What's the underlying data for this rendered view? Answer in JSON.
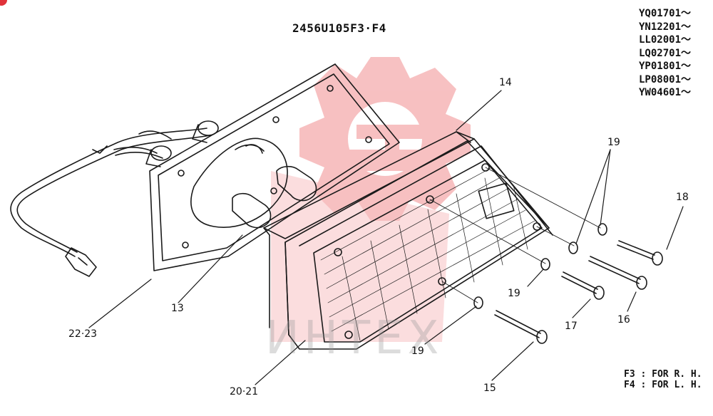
{
  "title": "2456U105F3·F4",
  "serial_numbers": [
    "YQ01701～",
    "YN12201～",
    "LL02001～",
    "LQ02701～",
    "YP01801～",
    "LP08001～",
    "YW04601～"
  ],
  "legend": [
    "F3 : FOR R. H.",
    "F4 : FOR L. H."
  ],
  "part_labels": {
    "p14": "14",
    "p19_top": "19",
    "p18": "18",
    "p19_mid": "19",
    "p16": "16",
    "p17": "17",
    "p13": "13",
    "p22_23": "22·23",
    "p19_bottom": "19",
    "p15": "15",
    "p20_21": "20·21"
  },
  "watermark_text": "ИНТЕХ",
  "colors": {
    "watermark": "#f4a6a8",
    "corner_badge": "#e0323a",
    "line": "#1a1a1a"
  }
}
